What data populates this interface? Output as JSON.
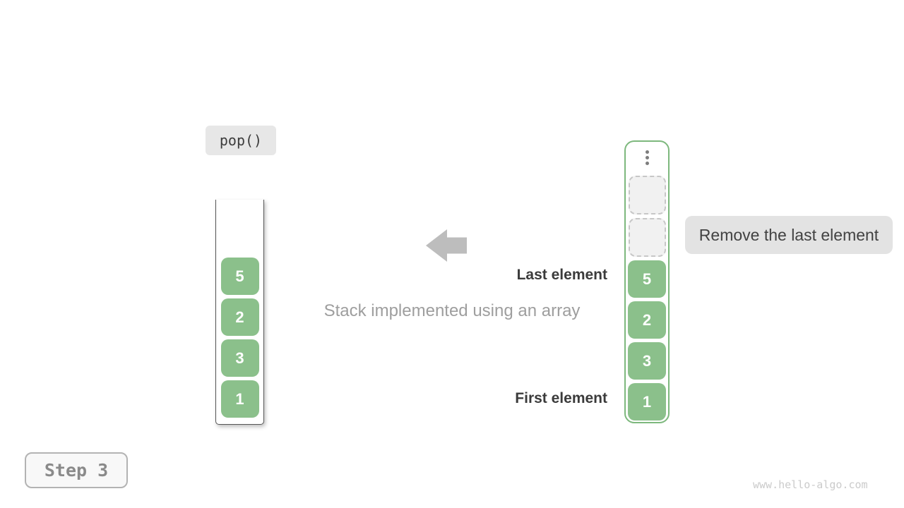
{
  "operation": {
    "label": "pop()"
  },
  "step": {
    "label": "Step 3"
  },
  "caption": "Stack implemented using an array",
  "labels": {
    "last_element": "Last element",
    "first_element": "First element",
    "remove_note": "Remove the last element"
  },
  "left_stack": {
    "cells": [
      "5",
      "2",
      "3",
      "1"
    ]
  },
  "right_stack": {
    "empty_slot_count": 2,
    "cells": [
      "5",
      "2",
      "3",
      "1"
    ]
  },
  "icons": {
    "arrow": "arrow-left-icon",
    "ellipsis": "vertical-ellipsis-icon"
  },
  "watermark": "www.hello-algo.com",
  "colors": {
    "cell_green": "#8bc08b",
    "stack_border_green": "#7db87d",
    "stack_border_dark": "#565656",
    "arrow_gray": "#bdbdbd",
    "chip_bg": "#e7e7e7",
    "note_bg": "#e3e3e3",
    "step_border": "#b3b3b3",
    "dark_text": "#3b3b3b",
    "muted_text": "#9e9e9e",
    "watermark_text": "#cbcbcb"
  }
}
